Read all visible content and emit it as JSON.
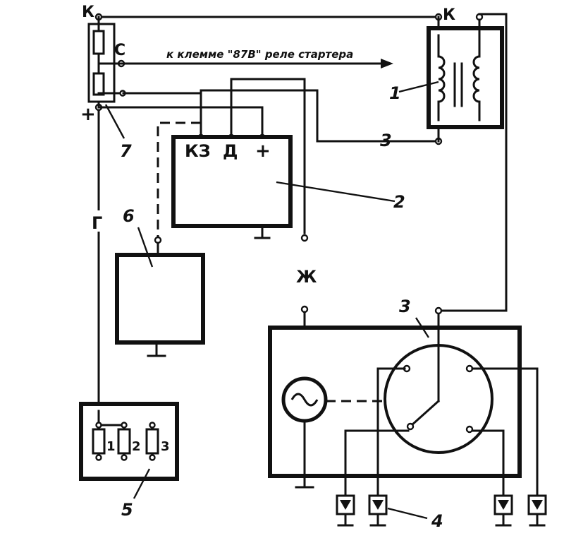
{
  "diagram": {
    "terminal_k_left": "К",
    "terminal_k_right": "К",
    "terminal_c": "С",
    "terminal_plus_left": "+",
    "arrow_note": "к клемме \"87В\" реле стартера",
    "block2_terminals": [
      "КЗ",
      "Д",
      "+"
    ],
    "wire_g": "Г",
    "wire_zh": "Ж",
    "fuse_labels": [
      "1",
      "2",
      "3"
    ],
    "callouts": {
      "c1": "1",
      "c2": "2",
      "c3_upper": "3",
      "c3_lower": "3",
      "c4": "4",
      "c5": "5",
      "c6": "6",
      "c7": "7"
    }
  }
}
